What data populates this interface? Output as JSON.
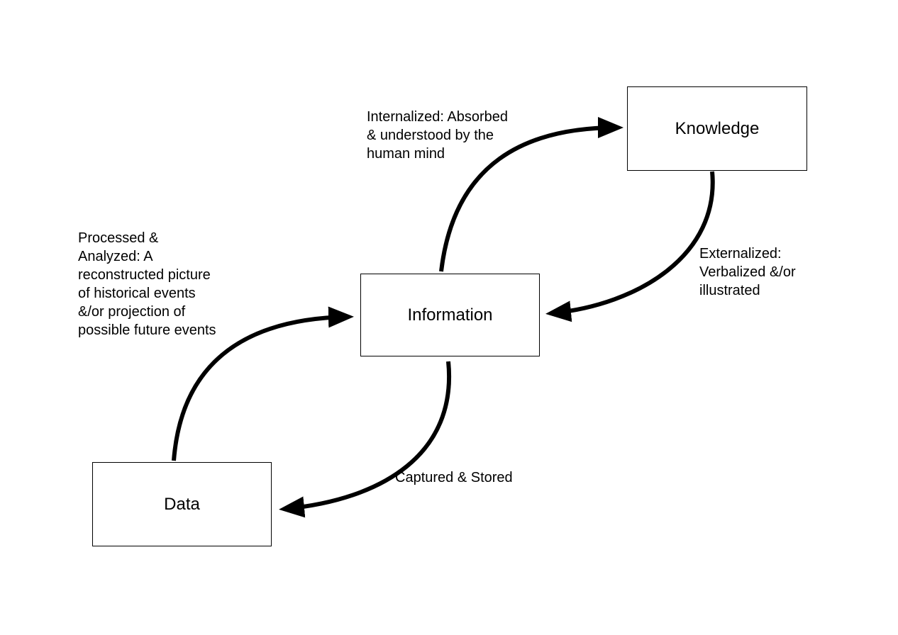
{
  "nodes": {
    "knowledge": "Knowledge",
    "information": "Information",
    "data": "Data"
  },
  "edges": {
    "internalized": "Internalized: Absorbed\n& understood by the\nhuman mind",
    "processed": "Processed &\nAnalyzed: A\nreconstructed picture\nof historical events\n&/or projection of\npossible future events",
    "externalized": "Externalized:\nVerbalized &/or\nillustrated",
    "captured": "Captured & Stored"
  }
}
